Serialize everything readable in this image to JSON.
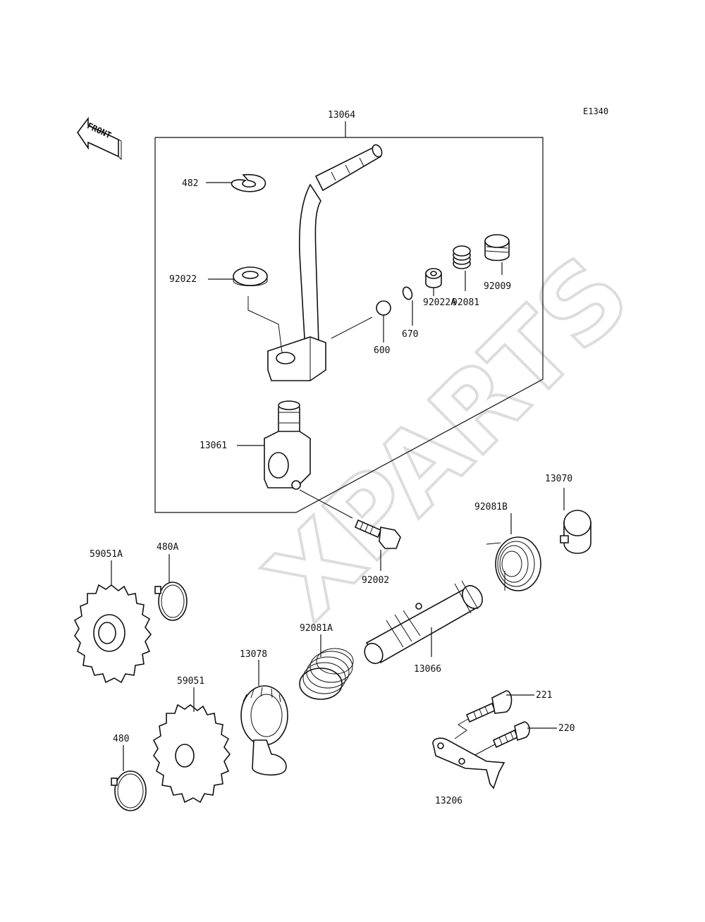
{
  "diagram_code": "E1340",
  "front_arrow_label": "FRONT",
  "watermark": "XPARTS",
  "labels": {
    "p13064": "13064",
    "p482": "482",
    "p92022": "92022",
    "p92009": "92009",
    "p92081": "92081",
    "p92022A": "92022A",
    "p670": "670",
    "p600": "600",
    "p13061": "13061",
    "p13070": "13070",
    "p92081B": "92081B",
    "p92002": "92002",
    "p59051A": "59051A",
    "p480A": "480A",
    "p92081A": "92081A",
    "p13078": "13078",
    "p13066": "13066",
    "p59051": "59051",
    "p480": "480",
    "p221": "221",
    "p220": "220",
    "p13206": "13206"
  }
}
